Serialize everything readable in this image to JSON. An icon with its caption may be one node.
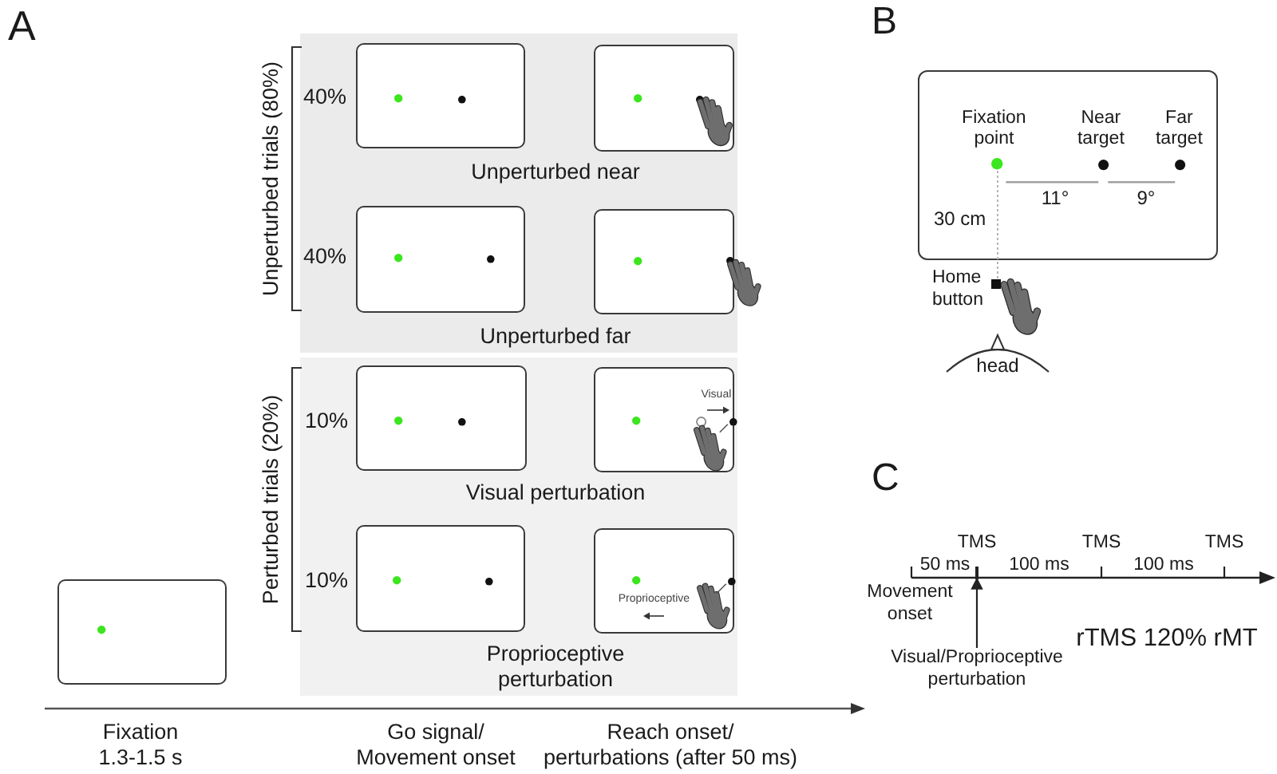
{
  "diagram": {
    "nodes": [
      {
        "text": [
          "Unperturbed near",
          "Unperturbed far"
        ]
      },
      {
        "text": [],
        "shape": "box",
        "in": 0,
        "beside": [
          "40%"
        ]
      },
      {
        "text": [],
        "shape": "box",
        "in": 0
      },
      {
        "text": [],
        "shape": "box",
        "in": 0,
        "beside": [
          "40%"
        ]
      },
      {
        "text": [],
        "shape": "box",
        "in": 0
      },
      {
        "text": [
          "Visual perturbation",
          "Proprioceptive perturbation"
        ]
      },
      {
        "text": [],
        "shape": "box",
        "in": 5,
        "beside": [
          "10%"
        ]
      },
      {
        "text": [
          "Visual"
        ],
        "in": 5
      },
      {
        "text": [],
        "shape": "box",
        "in": 5,
        "beside": [
          "10%"
        ]
      },
      {
        "text": [
          "Proprioceptive"
        ],
        "in": 5
      },
      {
        "text": [],
        "shape": "box"
      },
      {
        "text": [
          "Fixation point",
          "Near target",
          "Far target"
        ]
      },
      {
        "text": [],
        "shape": "bar"
      },
      {
        "text": [
          "Visual/Proprioceptive perturbation"
        ]
      }
    ],
    "edges": [
      {
        "from": 13,
        "to": 12,
        "arrow": "to"
      }
    ],
    "labels": [
      "A",
      "Unperturbed trials (80%)",
      "Perturbed trials (20%)",
      "Fixation 1.3-1.5 s",
      "Go signal/ Movement onset",
      "Reach onset/ perturbations (after 50 ms)",
      "B",
      "11°",
      "9°",
      "30 cm",
      "Home button",
      "head",
      "C",
      "TMS",
      "TMS",
      "TMS",
      "50 ms",
      "100 ms",
      "100 ms",
      "Movement onset",
      "rTMS 120% rMT"
    ]
  }
}
